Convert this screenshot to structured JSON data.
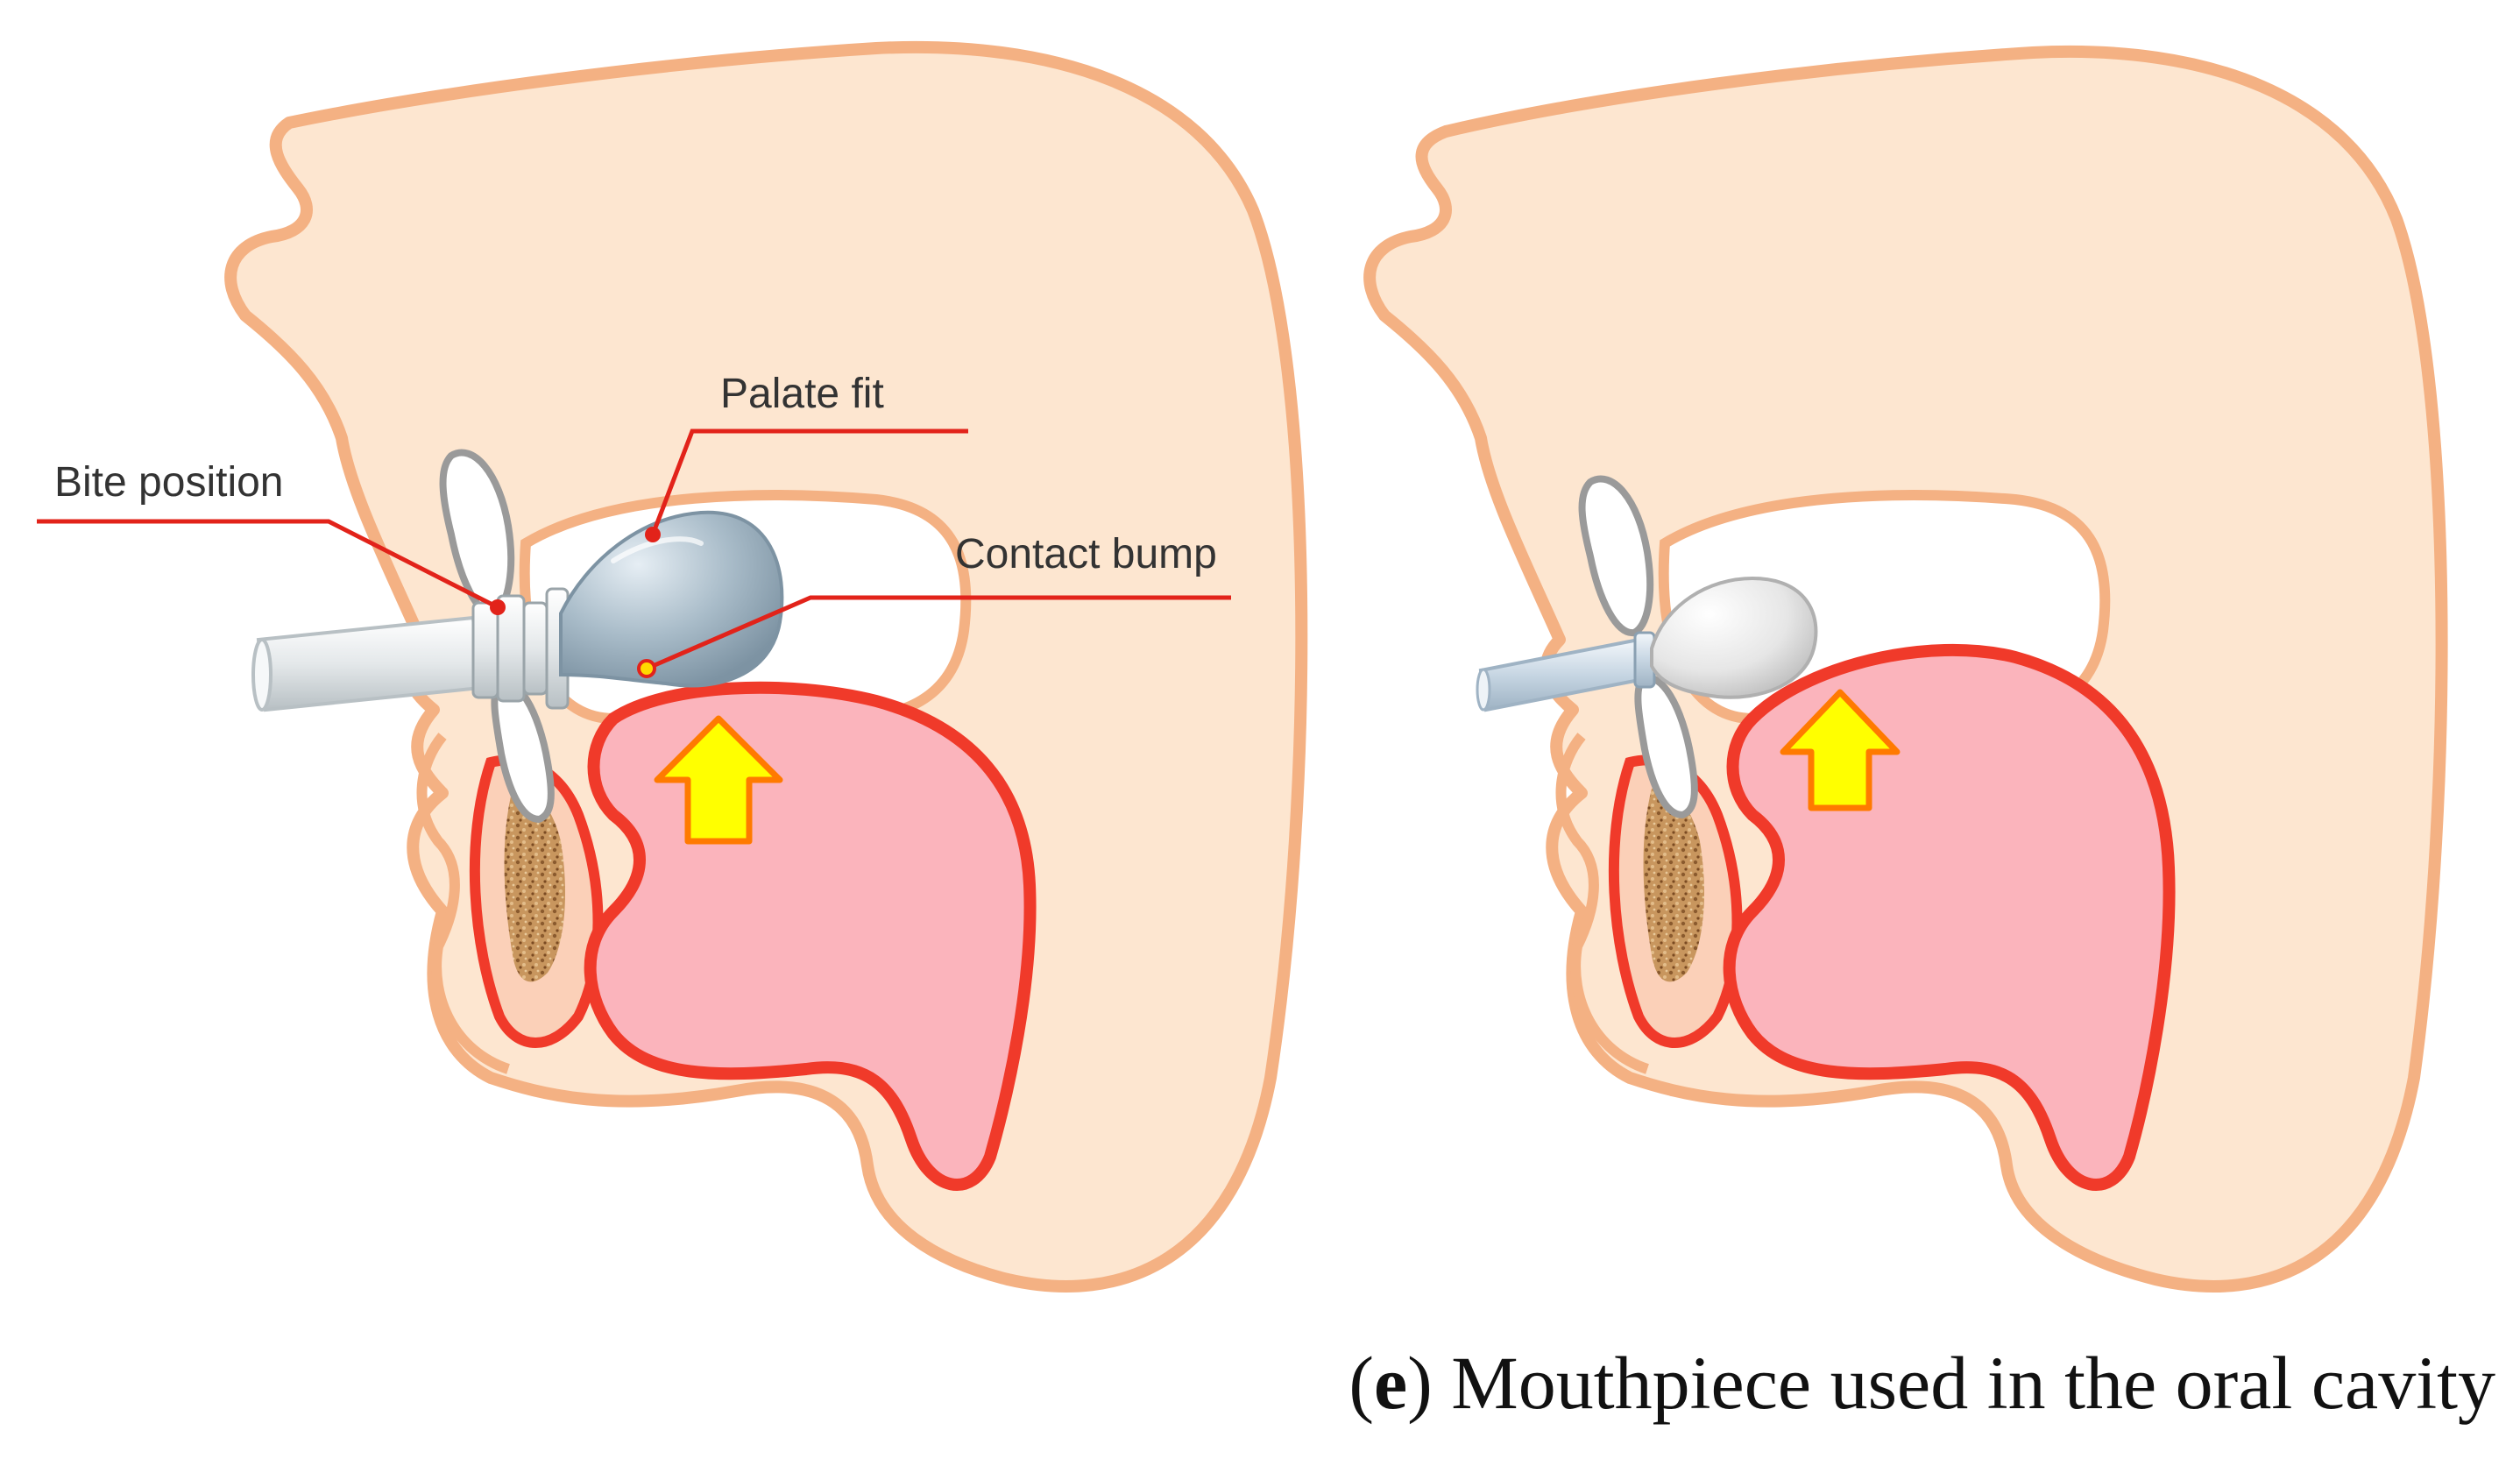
{
  "labels": {
    "palate_fit": "Palate fit",
    "bite_position": "Bite position",
    "contact_bump": "Contact bump"
  },
  "caption": {
    "open_paren": "(",
    "letter": "e",
    "close_paren": ")",
    "text": " Mouthpiece used in the oral cavity"
  },
  "colors": {
    "skin_fill": "#fde6d0",
    "skin_outline": "#f4b183",
    "tongue_fill": "#fbb4bc",
    "tongue_outline": "#f03a2a",
    "arrow_fill": "#ffff00",
    "arrow_outline": "#ff7a00",
    "leader_line": "#e2231a",
    "bone_fill": "#c8965e",
    "bulb_left": "#a9bcc9",
    "bulb_right": "#e8e8e8"
  }
}
